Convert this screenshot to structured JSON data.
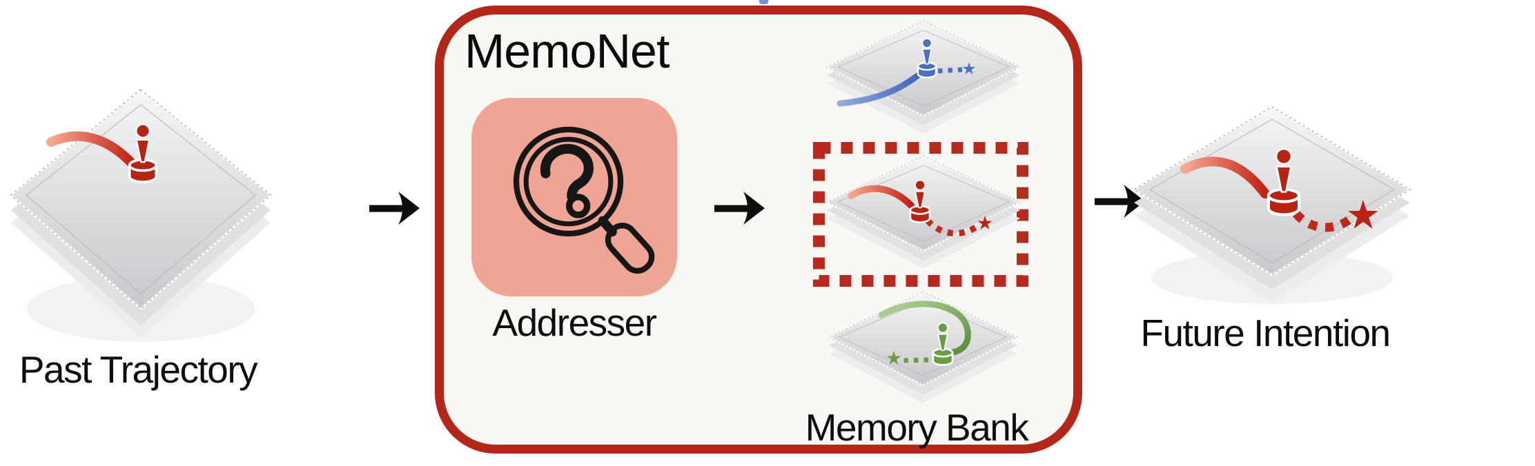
{
  "diagram": {
    "title": "MemoNet",
    "nodes": {
      "past": {
        "label": "Past Trajectory"
      },
      "addresser": {
        "label": "Addresser"
      },
      "memory_bank": {
        "label": "Memory Bank"
      },
      "future": {
        "label": "Future Intention"
      }
    },
    "memory_bank_items": [
      {
        "name": "memory-instance-blue",
        "color": "#4a70c0",
        "selected": false
      },
      {
        "name": "memory-instance-red",
        "color": "#b92312",
        "selected": true
      },
      {
        "name": "memory-instance-green",
        "color": "#6b9c44",
        "selected": false
      }
    ],
    "colors": {
      "box_border": "#b2271a",
      "box_background": "#faf8f5",
      "addresser_background": "#f0a494",
      "selection_dash": "#b62b1e",
      "arrow": "#0d0d0d",
      "trajectory_red": "#c02215",
      "trajectory_blue": "#4a70c0",
      "trajectory_green": "#6b9c44",
      "platform_gray": "#d9d9dc"
    },
    "icons": [
      "magnifier-question-icon",
      "arrow-right-icon",
      "platform-icon",
      "pin-marker-icon",
      "star-icon"
    ]
  }
}
